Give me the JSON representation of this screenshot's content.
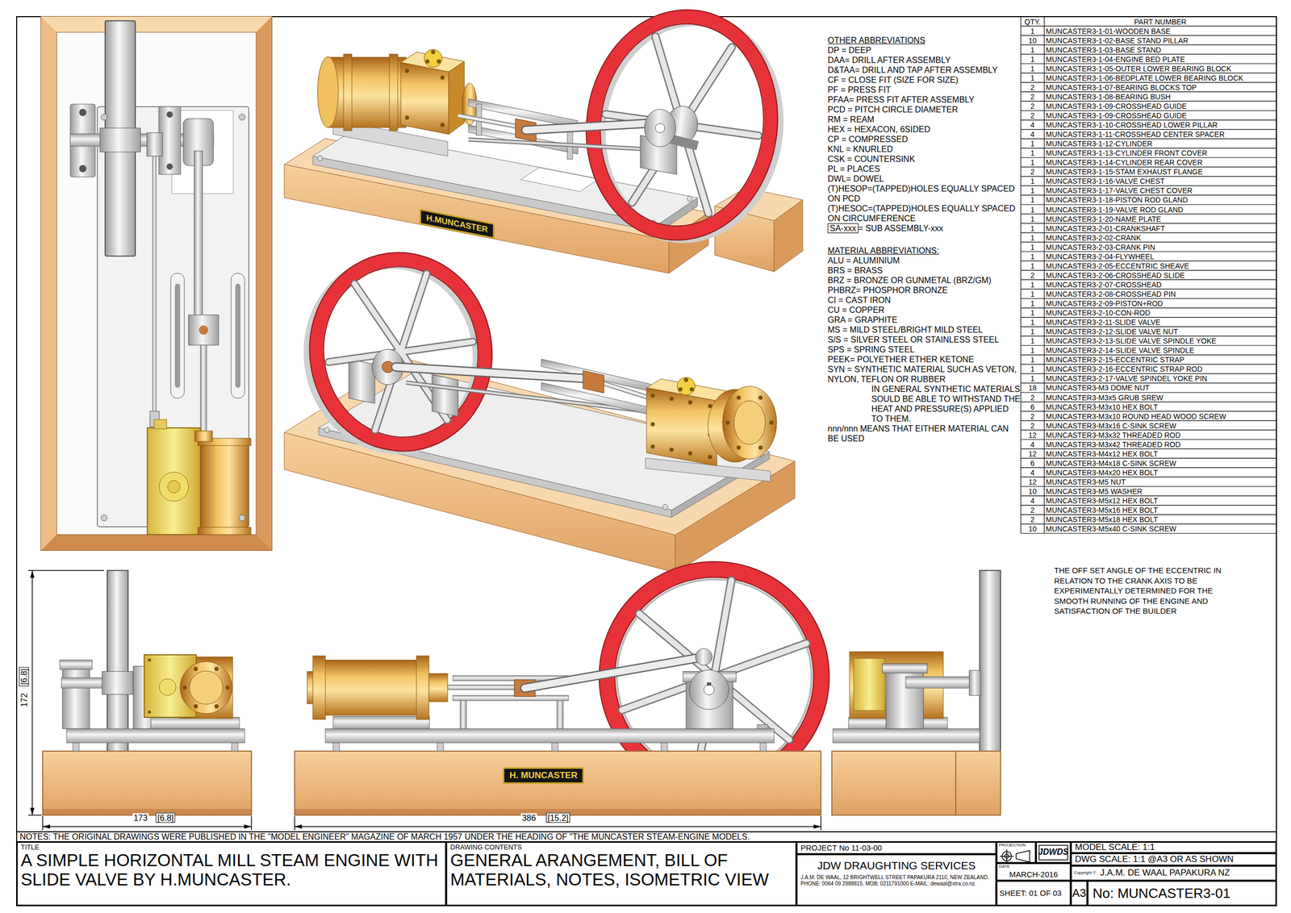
{
  "diagram": {
    "nodes": [
      {
        "text": [
          "H.MUNCASTER"
        ]
      },
      {
        "text": [
          "H. MUNCASTER"
        ]
      },
      {
        "text": [
          "TITLE",
          "A SIMPLE HORIZONTAL MILL STEAM ENGINE WITH SLIDE VALVE BY H.MUNCASTER."
        ]
      },
      {
        "text": [
          "DRAWING CONTENTS",
          "GENERAL ARANGEMENT, BILL OF MATERIALS, NOTES, ISOMETRIC VIEW"
        ]
      },
      {
        "text": [
          "PROJECT No 11-03-00"
        ]
      },
      {
        "text": [
          "JDW DRAUGHTING SERVICES",
          "J.A.M. DE WAAL, 12 BRIGHTWELL STREET PAPAKURA 2110, NEW ZEALAND. PHONE: 0064 09 2988815. MOB: 0211791000 E-MAIL: dewaal@xtra.co.nz."
        ]
      },
      {
        "text": [
          "PROJECTION"
        ]
      },
      {
        "text": [
          "JDWDS"
        ]
      },
      {
        "text": [
          "DATE",
          "MARCH-2016"
        ]
      },
      {
        "text": [
          "SHEET: 01 OF 03"
        ]
      },
      {
        "text": [
          "MODEL SCALE: 1:1"
        ]
      },
      {
        "text": [
          "DWG SCALE: 1:1 @A3 OR AS SHOWN"
        ]
      },
      {
        "text": [
          "Copyright ©",
          "J.A.M. DE WAAL PAPAKURA NZ"
        ]
      },
      {
        "text": [
          "A3"
        ]
      },
      {
        "text": [
          "No: MUNCASTER3-01"
        ]
      }
    ],
    "labels": [
      "OTHER ABBREVIATIONS",
      "DP = DEEP",
      "DAA= DRILL AFTER ASSEMBLY",
      "D&TAA= DRILL AND TAP AFTER ASSEMBLY",
      "CF = CLOSE FIT (SIZE FOR SIZE)",
      "PF = PRESS FIT",
      "PFAA= PRESS FIT AFTER ASSEMBLY",
      "PCD = PITCH CIRCLE DIAMETER",
      "RM = REAM",
      "HEX = HEXACON, 6SIDED",
      "CP = COMPRESSED",
      "KNL = KNURLED",
      "CSK = COUNTERSINK",
      "PL = PLACES",
      "DWL= DOWEL",
      "(T)HESOP=(TAPPED)HOLES EQUALLY SPACED ON PCD",
      "(T)HESOC=(TAPPED)HOLES EQUALLY SPACED ON CIRCUMFERENCE",
      "SA-xxx",
      "= SUB ASSEMBLY-xxx",
      "MATERIAL ABBREVIATIONS:",
      "ALU = ALUMINIUM",
      "BRS = BRASS",
      "BRZ = BRONZE OR GUNMETAL (BRZ/GM)",
      "PHBRZ= PHOSPHOR BRONZE",
      "CI = CAST IRON",
      "CU = COPPER",
      "GRA = GRAPHITE",
      "MS = MILD STEEL/BRIGHT MILD STEEL",
      "S/S = SILVER STEEL OR STAINLESS STEEL",
      "SPS = SPRING STEEL",
      "PEEK= POLYETHER ETHER KETONE",
      "SYN = SYNTHETIC MATERIAL SUCH AS VETON, NYLON, TEFLON OR RUBBER",
      "IN GENERAL SYNTHETIC MATERIALS SOULD BE ABLE TO WITHSTAND THE HEAT AND PRESSURE(S) APPLIED TO THEM.",
      "nnn/nnn MEANS THAT EITHER MATERIAL CAN BE USED",
      "QTY.",
      "PART NUMBER",
      "1",
      "MUNCASTER3-1-01-WOODEN BASE",
      "10",
      "MUNCASTER3-1-02-BASE STAND PILLAR",
      "1",
      "MUNCASTER3-1-03-BASE STAND",
      "1",
      "MUNCASTER3-1-04-ENGINE BED PLATE",
      "1",
      "MUNCASTER3-1-05-OUTER LOWER BEARING BLOCK",
      "1",
      "MUNCASTER3-1-06-BEDPLATE LOWER BEARING BLOCK",
      "2",
      "MUNCASTER3-1-07-BEARING BLOCKS TOP",
      "2",
      "MUNCASTER3-1-08-BEARING BUSH",
      "2",
      "MUNCASTER3-1-09-CROSSHEAD GUIDE",
      "2",
      "MUNCASTER3-1-09-CROSSHEAD GUIDE",
      "4",
      "MUNCASTER3-1-10-CROSSHEAD LOWER PILLAR",
      "4",
      "MUNCASTER3-1-11-CROSSHEAD CENTER SPACER",
      "1",
      "MUNCASTER3-1-12-CYLINDER",
      "1",
      "MUNCASTER3-1-13-CYLINDER FRONT COVER",
      "1",
      "MUNCASTER3-1-14-CYLINDER REAR COVER",
      "2",
      "MUNCASTER3-1-15-STAM EXHAUST FLANGE",
      "1",
      "MUNCASTER3-1-16-VALVE CHEST",
      "1",
      "MUNCASTER3-1-17-VALVE CHEST COVER",
      "1",
      "MUNCASTER3-1-18-PISTON ROD GLAND",
      "1",
      "MUNCASTER3-1-19-VALVE ROD GLAND",
      "1",
      "MUNCASTER3-1-20-NAME PLATE",
      "1",
      "MUNCASTER3-2-01-CRANKSHAFT",
      "1",
      "MUNCASTER3-2-02-CRANK",
      "1",
      "MUNCASTER3-2-03-CRANK PIN",
      "1",
      "MUNCASTER3-2-04-FLYWHEEL",
      "1",
      "MUNCASTER3-2-05-ECCENTRIC SHEAVE",
      "2",
      "MUNCASTER3-2-06-CROSSHEAD SLIDE",
      "1",
      "MUNCASTER3-2-07-CROSSHEAD",
      "1",
      "MUNCASTER3-2-08-CROSSHEAD PIN",
      "1",
      "MUNCASTER3-2-09-PISTON+ROD",
      "1",
      "MUNCASTER3-2-10-CON-ROD",
      "1",
      "MUNCASTER3-2-11-SLIDE VALVE",
      "1",
      "MUNCASTER3-2-12-SLIDE VALVE NUT",
      "1",
      "MUNCASTER3-2-13-SLIDE VALVE SPINDLE YOKE",
      "1",
      "MUNCASTER3-2-14-SLIDE VALVE SPINDLE",
      "1",
      "MUNCASTER3-2-15-ECCENTRIC STRAP",
      "1",
      "MUNCASTER3-2-16-ECCENTRIC STRAP ROD",
      "1",
      "MUNCASTER3-2-17-VALVE SPINDEL YOKE PIN",
      "18",
      "MUNCASTER3-M3 DOME NUT",
      "2",
      "MUNCASTER3-M3x5 GRUB SREW",
      "6",
      "MUNCASTER3-M3x10 HEX BOLT",
      "2",
      "MUNCASTER3-M3x10 ROUND HEAD WOOD SCREW",
      "2",
      "MUNCASTER3-M3x16 C-SINK SCREW",
      "12",
      "MUNCASTER3-M3x32 THREADED ROD",
      "4",
      "MUNCASTER3-M3x42 THREADED ROD",
      "12",
      "MUNCASTER3-M4x12 HEX BOLT",
      "6",
      "MUNCASTER3-M4x18 C-SINK SCREW",
      "4",
      "MUNCASTER3-M4x20 HEX BOLT",
      "12",
      "MUNCASTER3-M5 NUT",
      "10",
      "MUNCASTER3-M5 WASHER",
      "4",
      "MUNCASTER3-M5x12 HEX BOLT",
      "2",
      "MUNCASTER3-M5x16 HEX BOLT",
      "2",
      "MUNCASTER3-M5x18 HEX BOLT",
      "10",
      "MUNCASTER3-M5x40 C-SINK SCREW",
      "THE OFF SET ANGLE OF THE ECCENTRIC IN RELATION TO THE CRANK AXIS TO BE EXPERIMENTALLY DETERMINED FOR THE SMOOTH RUNNING OF THE ENGINE AND SATISFACTION OF THE BUILDER",
      "172",
      "[6.8]",
      "173",
      "[6.8]",
      "386",
      "[15.2]",
      "NOTES: THE ORIGINAL DRAWINGS WERE PUBLISHED IN THE \"MODEL ENGINEER\" MAGAZINE OF MARCH 1957 UNDER THE HEADING OF \"THE MUNCASTER STEAM-ENGINE MODELS."
    ]
  }
}
